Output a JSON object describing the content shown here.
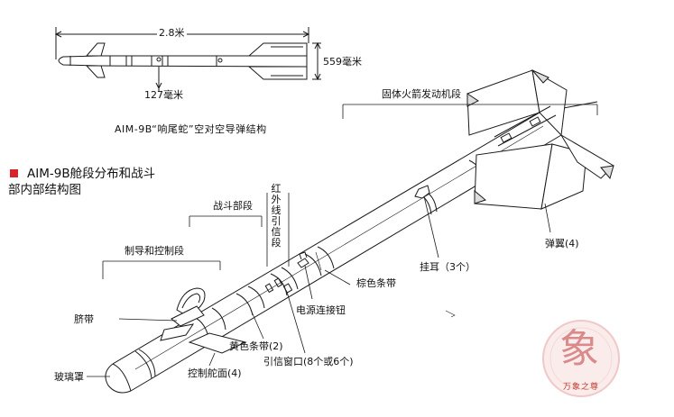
{
  "top_view": {
    "length_label": "2.8米",
    "span_label": "559毫米",
    "diameter_label": "127毫米",
    "caption": "AIM-9B“响尾蛇”空对空导弹结构"
  },
  "section_title": {
    "line1": "AIM-9B舱段分布和战斗",
    "line2": "部内部结构图"
  },
  "labels": {
    "rocket_motor": "固体火箭发动机段",
    "warhead": "战斗部段",
    "ir_fuze": "红外线引信段",
    "guidance": "制导和控制段",
    "fin": "弹翼(4)",
    "lug": "挂耳（3个）",
    "brown_band": "棕色条带",
    "power_button": "电源连接钮",
    "navel_band": "脐带",
    "yellow_band": "黄色条带(2)",
    "fuze_window": "引信窗口(8个或6个)",
    "canard": "控制舵面(4)",
    "glass_dome": "玻璃罩"
  },
  "watermark": {
    "text": "万象之尊",
    "glyph": "象"
  },
  "colors": {
    "accent_red": "#d8232a",
    "line": "#1a1a1a"
  }
}
